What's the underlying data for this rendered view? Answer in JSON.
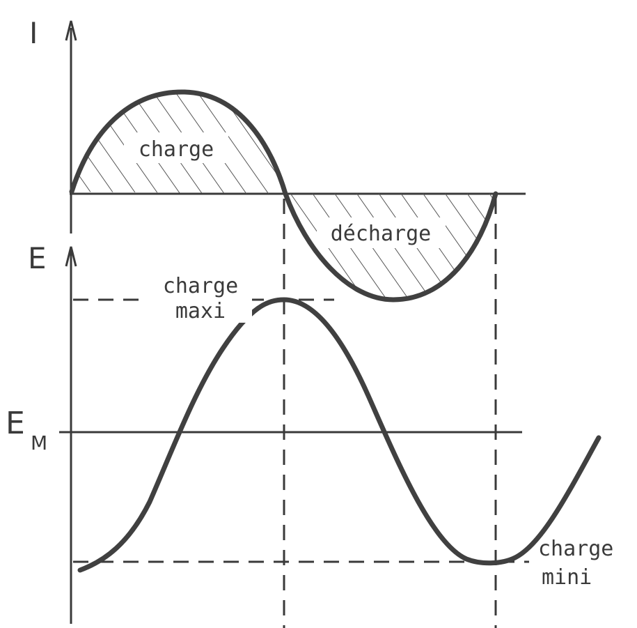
{
  "axes": {
    "current_label": "I",
    "energy_label": "E",
    "mean_level_label": "E",
    "mean_level_subscript": "M"
  },
  "regions": {
    "charge_label": "charge",
    "decharge_label": "décharge"
  },
  "annotations": {
    "max_line1": "charge",
    "max_line2": "maxi",
    "min_line1": "charge",
    "min_line2": "mini"
  },
  "colors": {
    "ink": "#3a3a3a",
    "curve": "#404040",
    "background": "#ffffff"
  }
}
